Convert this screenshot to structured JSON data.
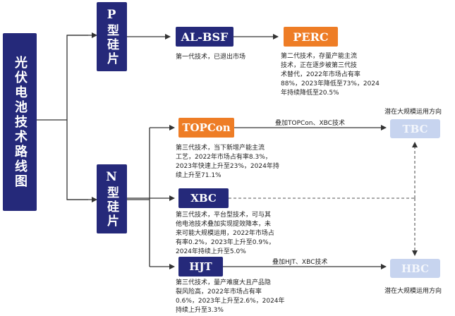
{
  "root": {
    "label": "光伏电池技术路线图"
  },
  "p_type": {
    "label": "P型硅片"
  },
  "n_type": {
    "label": "N型硅片"
  },
  "al_bsf": {
    "label": "AL-BSF",
    "desc": "第一代技术，已退出市场"
  },
  "perc": {
    "label": "PERC",
    "desc": [
      "第二代技术，存量产能主流",
      "技术，正在逐步被第三代技",
      "术替代，2022年市场占有率",
      "88%，2023年降低至73%，2024",
      "年持续降低至20.5%"
    ]
  },
  "topcon": {
    "label": "TOPCon",
    "desc": [
      "第三代技术，当下新增产能主流",
      "工艺，2022年市场占有率8.3%，",
      "2023年快速上升至23%，2024年持",
      "续上升至71.1%"
    ]
  },
  "xbc": {
    "label": "XBC",
    "desc": [
      "第三代技术，平台型技术，可与其",
      "他电池技术叠加实现提效降本，未",
      "来可能大规模运用，2022年市场占",
      "有率0.2%，2023年上升至0.9%，",
      "2024年持续上升至5.0%"
    ]
  },
  "hjt": {
    "label": "HJT",
    "desc": [
      "第三代技术，量产难度大且产品隐",
      "裂风险高，2022年市场占有率",
      "0.6%，2023年上升至2.6%，2024年",
      "持续上升至3.3%"
    ]
  },
  "tbc": {
    "label": "TBC",
    "note": "潜在大规模运用方向",
    "edge_label": "叠加TOPCon、XBC技术"
  },
  "hbc": {
    "label": "HBC",
    "note": "潜在大规模运用方向",
    "edge_label": "叠加HJT、XBC技术"
  },
  "colors": {
    "navy": "#25297a",
    "orange": "#ee7d26",
    "pale_blue": "#c7d4ef",
    "connector": "#333333"
  }
}
